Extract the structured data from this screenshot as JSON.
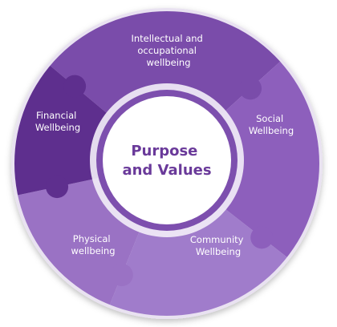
{
  "center": {
    "lines": [
      "Purpose",
      "and Values"
    ]
  },
  "segments": [
    {
      "id": "intellectual",
      "lines": [
        "Intellectual and",
        "occupational",
        "wellbeing"
      ],
      "color": "#7a4caa"
    },
    {
      "id": "social",
      "lines": [
        "Social",
        "Wellbeing"
      ],
      "color": "#8d5fbc"
    },
    {
      "id": "community",
      "lines": [
        "Community",
        "Wellbeing"
      ],
      "color": "#a07ccb"
    },
    {
      "id": "physical",
      "lines": [
        "Physical",
        "wellbeing"
      ],
      "color": "#9a72c4"
    },
    {
      "id": "financial",
      "lines": [
        "Financial",
        "Wellbeing"
      ],
      "color": "#5e2f8e"
    }
  ],
  "colors": {
    "ring_outline": "#e9e2f1",
    "center_fill": "#ffffff",
    "center_ring": "#7d4fae",
    "center_text": "#6a3a9a",
    "label_text": "#ffffff"
  }
}
